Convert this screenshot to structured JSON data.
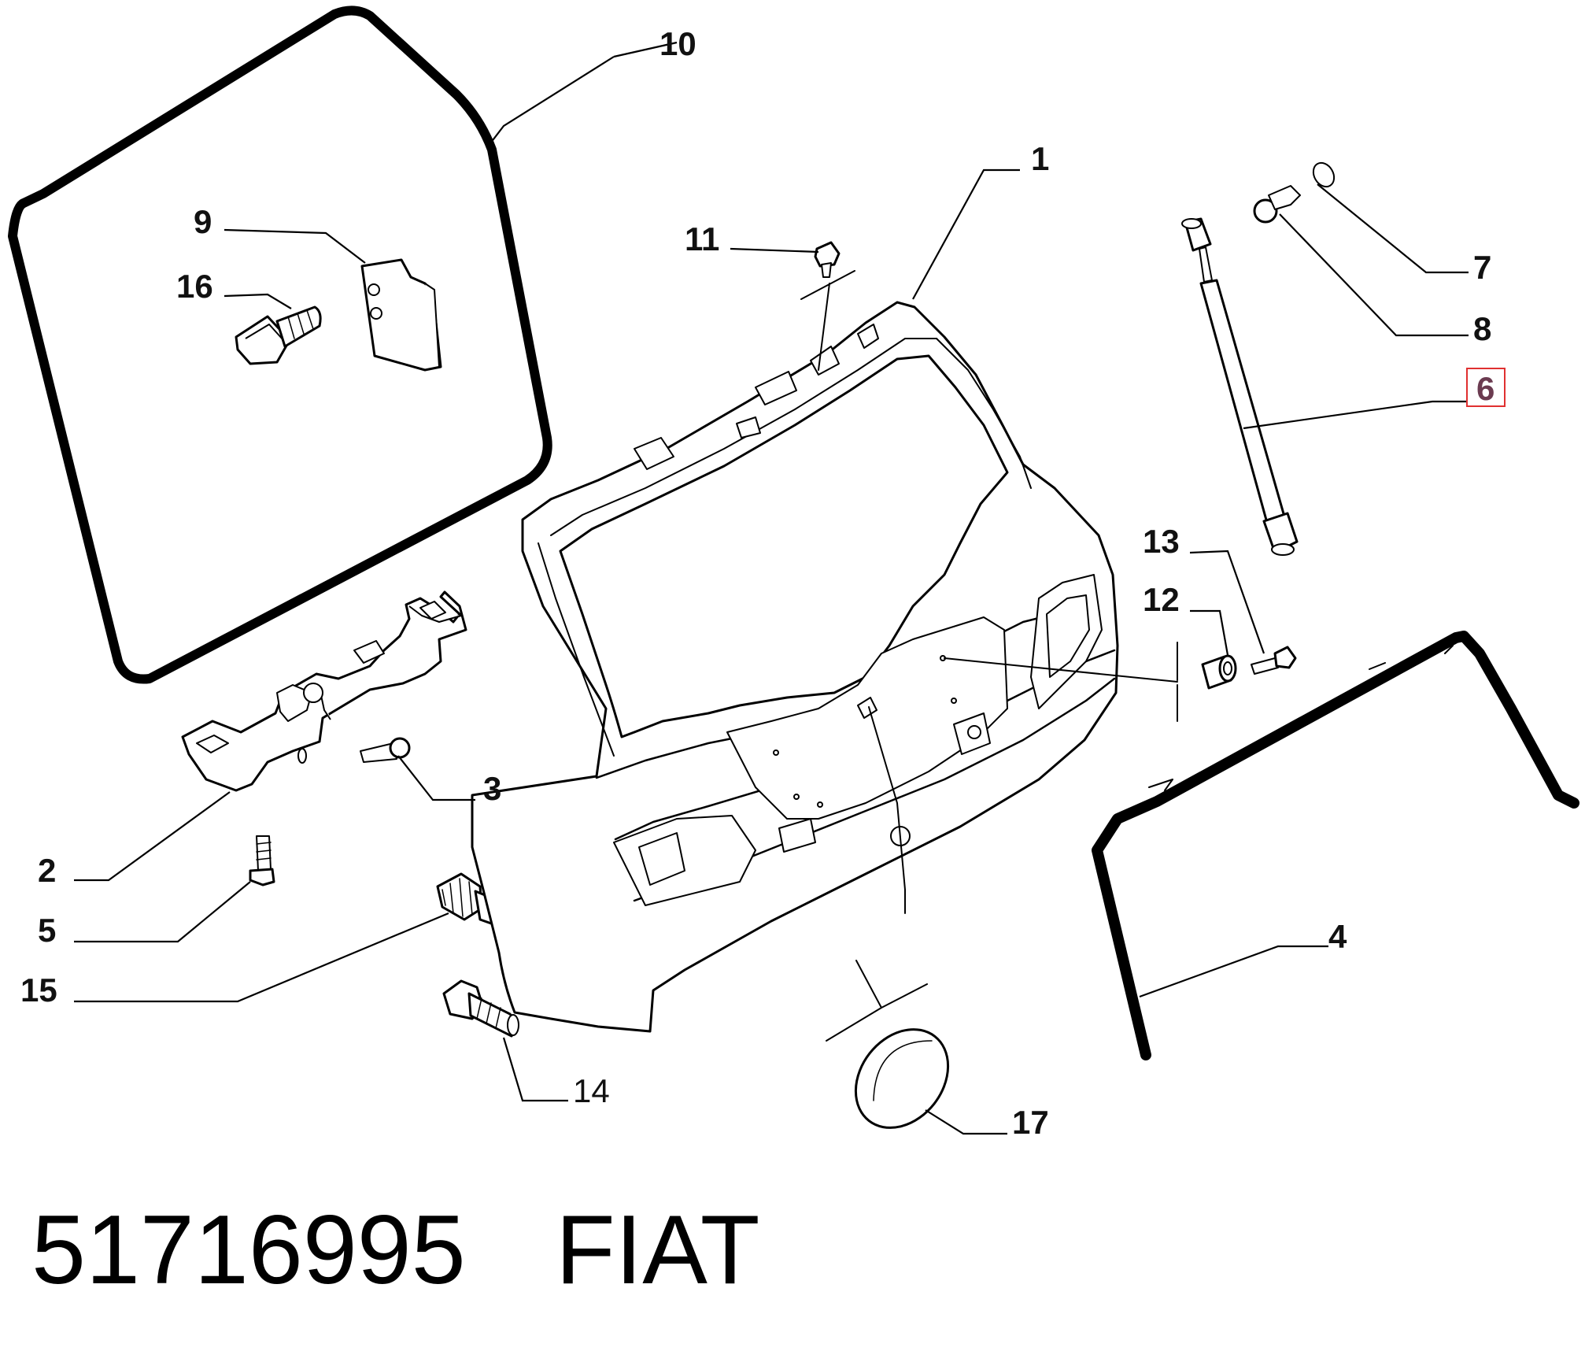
{
  "callouts": {
    "c1": "1",
    "c2": "2",
    "c3": "3",
    "c4": "4",
    "c5": "5",
    "c6": "6",
    "c7": "7",
    "c8": "8",
    "c9": "9",
    "c10": "10",
    "c11": "11",
    "c12": "12",
    "c13": "13",
    "c14": "14",
    "c15": "15",
    "c16": "16",
    "c17": "17"
  },
  "highlighted_callout": "6",
  "highlight_color": "#e03030",
  "caption": {
    "part_number": "51716995",
    "brand": "FIAT"
  }
}
